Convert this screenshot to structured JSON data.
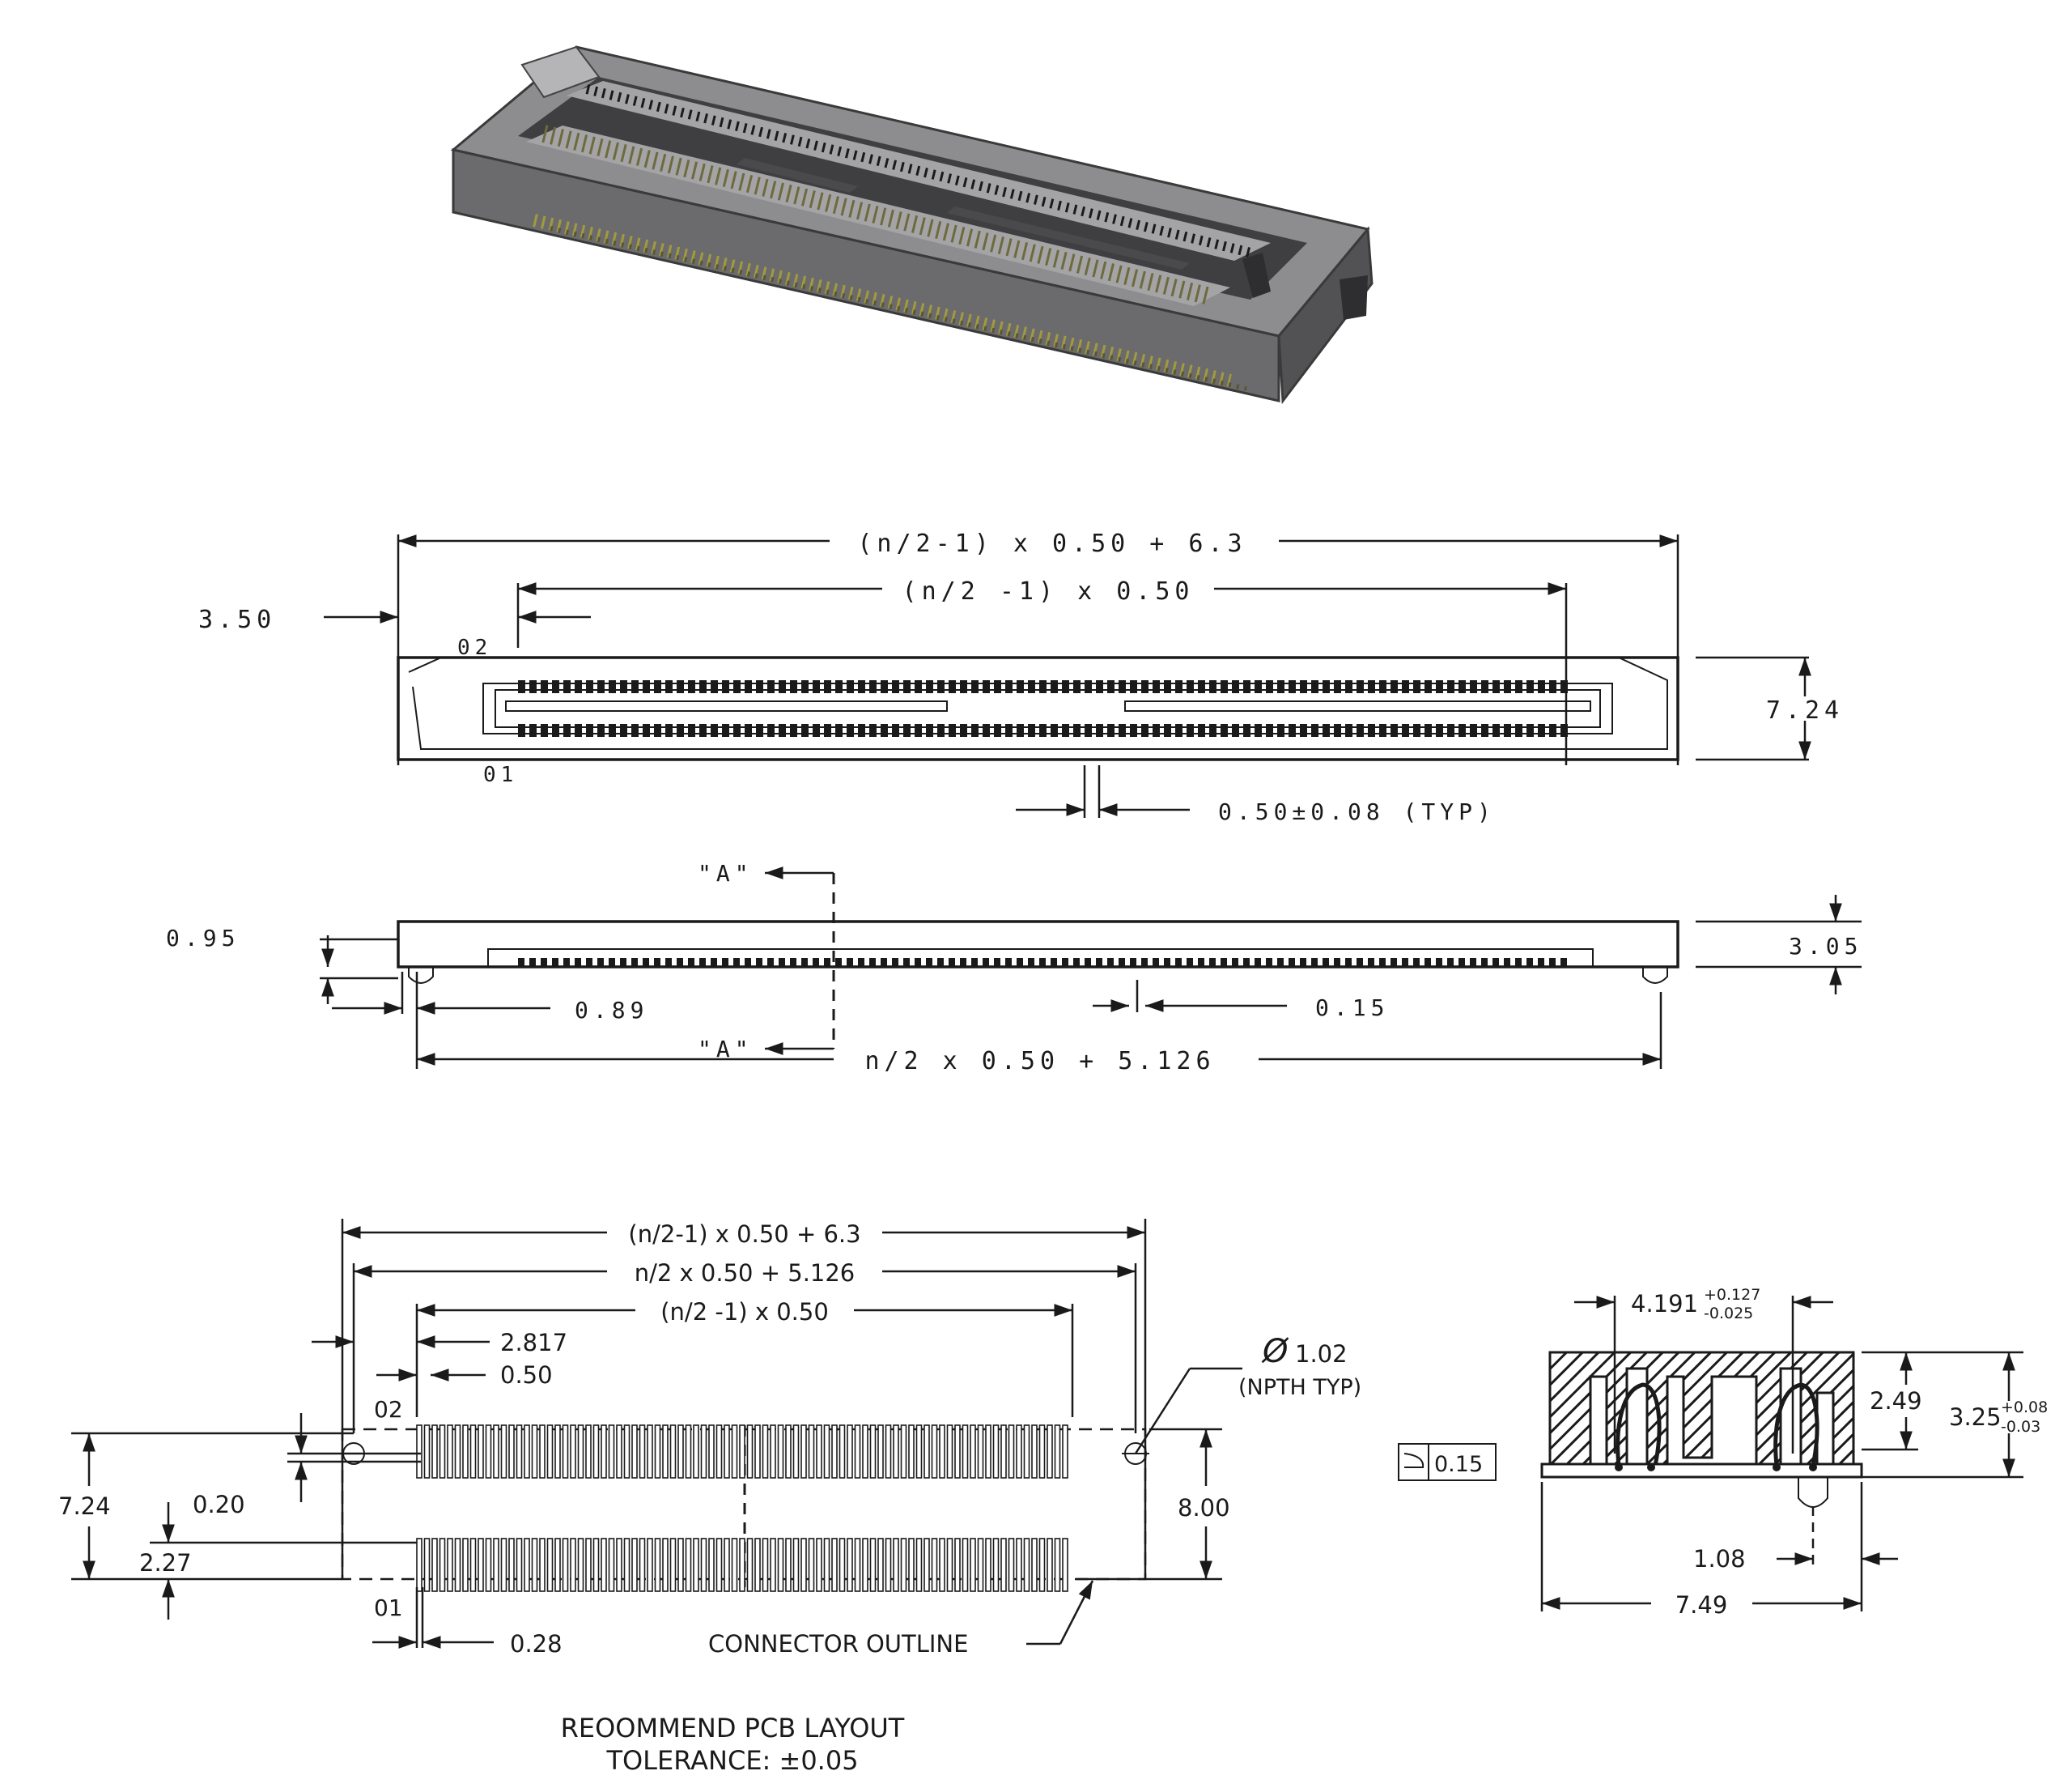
{
  "top_view": {
    "overall_length": "(n/2-1) x 0.50 + 6.3",
    "contact_span": "(n/2 -1) x 0.50",
    "offset": "3.50",
    "pin2": "02",
    "pin1": "01",
    "width": "7.24",
    "pitch": "0.50±0.08 (TYP)"
  },
  "side_view": {
    "section_top": "\"A\"",
    "section_bottom": "\"A\"",
    "post_height": "0.95",
    "post_dia": "0.89",
    "coplanarity": "0.15",
    "height": "3.05",
    "post_span": "n/2 x 0.50 + 5.126"
  },
  "pcb_layout": {
    "overall_length": "(n/2-1) x 0.50 + 6.3",
    "hole_span": "n/2 x 0.50 + 5.126",
    "pad_span": "(n/2 -1) x 0.50",
    "first_pad_offset": "2.817",
    "pitch": "0.50",
    "pin2": "02",
    "pin1": "01",
    "hole_dia_symbol": "Ø",
    "hole_dia": "1.02",
    "hole_note": "(NPTH TYP)",
    "row_width": "7.24",
    "pad_width": "0.20",
    "row_offset": "2.27",
    "outline_width": "8.00",
    "pad_size": "0.28",
    "outline_note": "CONNECTOR OUTLINE",
    "title": "REOOMMEND PCB LAYOUT",
    "tolerance": "TOLERANCE: ±0.05"
  },
  "section_view": {
    "contact_gap": "4.191",
    "contact_gap_tol_plus": "+0.127",
    "contact_gap_tol_minus": "-0.025",
    "inner_height": "2.49",
    "overall_height": "3.25",
    "overall_height_tol_plus": "+0.08",
    "overall_height_tol_minus": "-0.03",
    "coplanarity": "0.15",
    "post_offset": "1.08",
    "overall_width": "7.49"
  }
}
